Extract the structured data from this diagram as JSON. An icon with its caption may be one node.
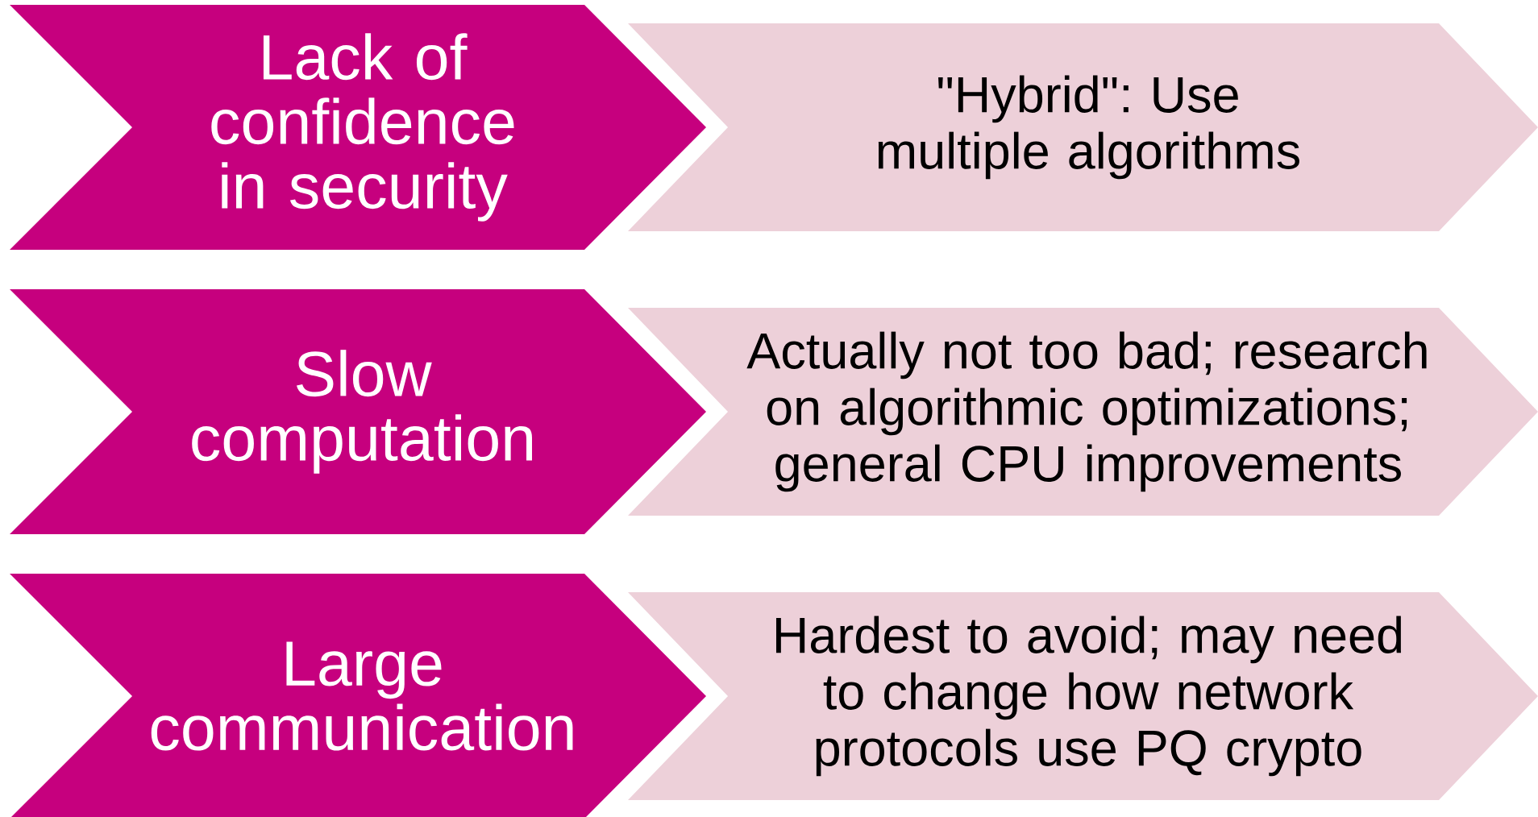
{
  "diagram": {
    "nodes": [
      {
        "text": [
          "Lack of confidence in security"
        ]
      },
      {
        "text": [
          "\"Hybrid\": Use multiple algorithms"
        ]
      },
      {
        "text": [
          "Slow computation"
        ]
      },
      {
        "text": [
          "Actually not too bad; research on algorithmic optimizations; general CPU improvements"
        ]
      },
      {
        "text": [
          "Large communication"
        ]
      },
      {
        "text": [
          "Hardest to avoid; may need to change how network protocols use PQ crypto"
        ]
      }
    ]
  }
}
